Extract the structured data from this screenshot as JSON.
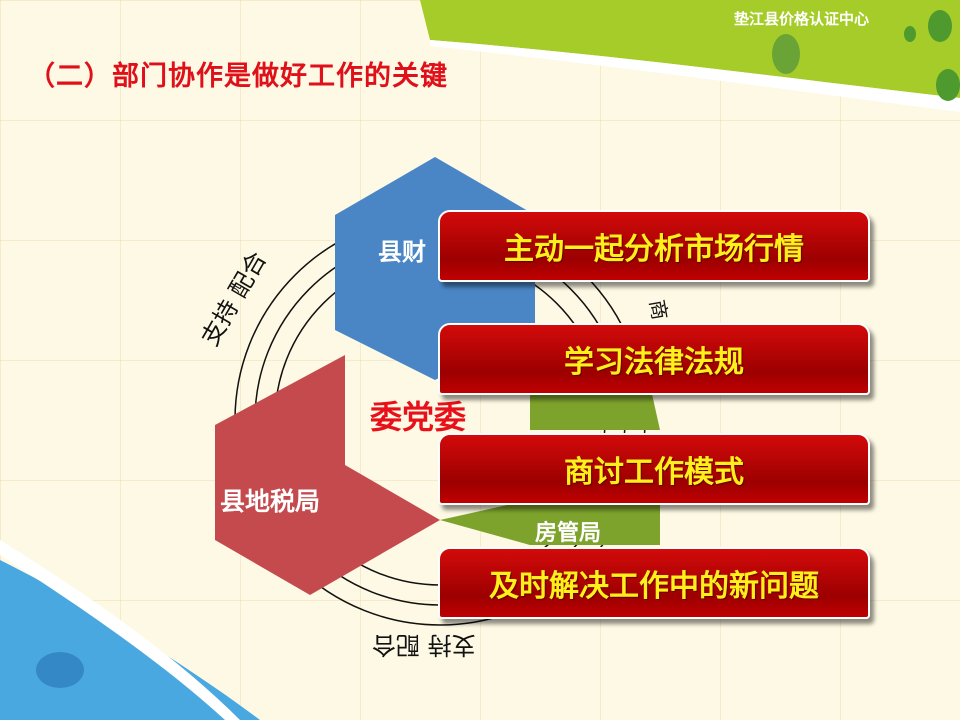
{
  "header": {
    "organization": "垫江县价格认证中心",
    "title": "（二）部门协作是做好工作的关键"
  },
  "diagram": {
    "center_label": "委党委",
    "nodes": [
      {
        "label": "县财",
        "color": "#4a86c5"
      },
      {
        "label": "县地税局",
        "color": "#c44a4e"
      },
      {
        "label": "房管局",
        "color": "#7ea32c"
      }
    ],
    "arc_labels": [
      "支持 配合",
      "支持 配合",
      "商"
    ],
    "boxes": [
      "主动一起分析市场行情",
      "学习法律法规",
      "商讨工作模式",
      "及时解决工作中的新问题"
    ]
  },
  "colors": {
    "accent_green": "#a6cc2a",
    "title_red": "#e0101a",
    "box_red": "#b00000",
    "box_text": "#ffef1a"
  }
}
